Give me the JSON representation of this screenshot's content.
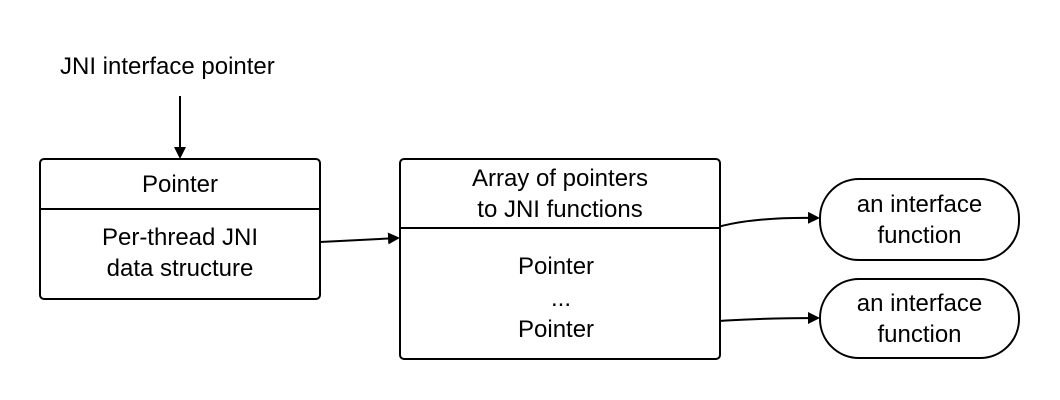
{
  "top_label": "JNI interface pointer",
  "left_box": {
    "header": "Pointer",
    "body_lines": [
      "Per-thread JNI",
      "data structure"
    ]
  },
  "middle_box": {
    "header_lines": [
      "Array of pointers",
      "to JNI functions"
    ],
    "entries": [
      "Pointer",
      "...",
      "Pointer"
    ]
  },
  "functions": [
    {
      "lines": [
        "an interface",
        "function"
      ]
    },
    {
      "lines": [
        "an interface",
        "function"
      ]
    }
  ],
  "colors": {
    "stroke": "#000000",
    "background": "#ffffff"
  }
}
